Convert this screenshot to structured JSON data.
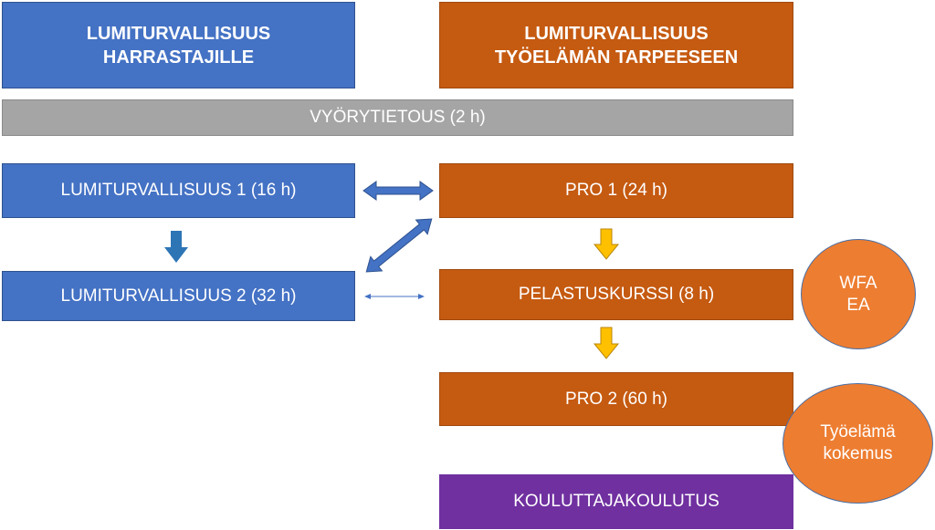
{
  "headers": {
    "left": [
      "LUMITURVALLISUUS",
      "HARRASTAJILLE"
    ],
    "right": [
      "LUMITURVALLISUUS",
      "TYÖELÄMÄN TARPEESEEN"
    ]
  },
  "common": {
    "avalanche_info": "VYÖRYTIETOUS (2 h)"
  },
  "recreational": {
    "level1": "LUMITURVALLISUUS 1 (16 h)",
    "level2": "LUMITURVALLISUUS 2 (32 h)"
  },
  "professional": {
    "pro1": "PRO 1 (24 h)",
    "rescue": "PELASTUSKURSSI (8 h)",
    "pro2": "PRO 2 (60 h)",
    "trainer": "KOULUTTAJAKOULUTUS"
  },
  "badges": {
    "first_aid": [
      "WFA",
      "EA"
    ],
    "work_experience": [
      "Työelämä",
      "kokemus"
    ]
  },
  "colors": {
    "recreational": "#4472c4",
    "professional": "#c55a11",
    "common": "#a5a5a5",
    "trainer": "#7030a0",
    "badge": "#ed7d31",
    "down_arrow_yellow": "#ffc000",
    "down_arrow_blue": "#2e75b6"
  }
}
